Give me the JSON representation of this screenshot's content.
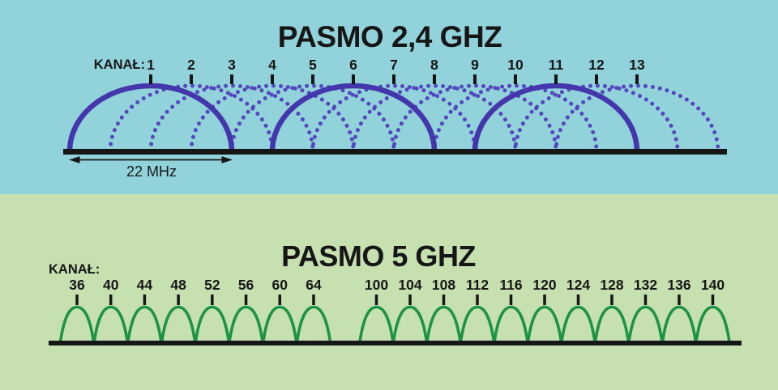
{
  "colors": {
    "ink": "#161616",
    "band_24ghz_bg": "#92d3db",
    "band_5ghz_bg": "#c7e0b0",
    "arc_24ghz_solid": "#4437ab",
    "arc_24ghz_dotted": "#5347bd",
    "arc_5ghz": "#1e9345"
  },
  "band_24ghz": {
    "title": "PASMO 2,4 GHZ",
    "channel_label": "KANAŁ:",
    "channels": [
      1,
      2,
      3,
      4,
      5,
      6,
      7,
      8,
      9,
      10,
      11,
      12,
      13
    ],
    "solid_channels": [
      1,
      6,
      11
    ],
    "bandwidth_label": "22 MHz"
  },
  "band_5ghz": {
    "title": "PASMO 5 GHZ",
    "channel_label": "KANAŁ:",
    "channel_groups": [
      [
        36,
        40,
        44,
        48,
        52,
        56,
        60,
        64
      ],
      [
        100,
        104,
        108,
        112,
        116,
        120,
        124,
        128,
        132,
        136,
        140
      ]
    ]
  }
}
